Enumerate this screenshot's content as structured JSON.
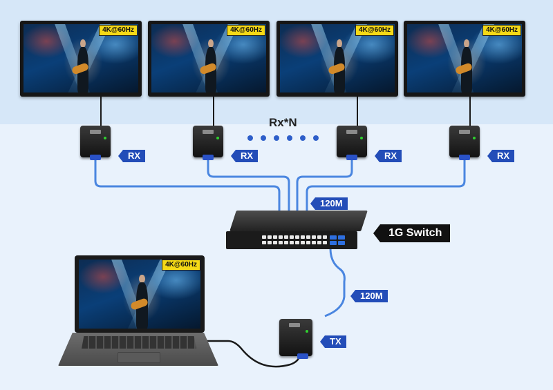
{
  "resolution_badge": "4K@60Hz",
  "receiver_count_label": "Rx*N",
  "rx_label": "RX",
  "tx_label": "TX",
  "cable_length_top": "120M",
  "cable_length_bottom": "120M",
  "switch_label": "1G Switch",
  "colors": {
    "label_blue": "#234db8",
    "cable_blue": "#4a86e0",
    "badge_yellow": "#f5d916",
    "switch_label_bg": "#111111"
  }
}
